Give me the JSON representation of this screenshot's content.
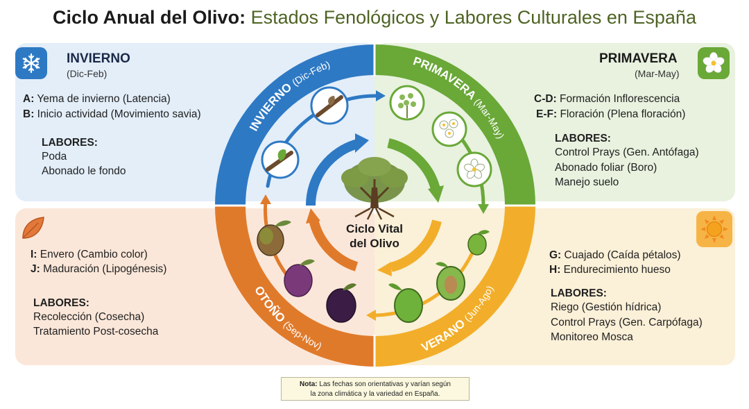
{
  "title": {
    "part1": "Ciclo Anual del Olivo:",
    "part2": "Estados Fenológicos y Labores Culturales en España"
  },
  "center": {
    "line1": "Ciclo Vital",
    "line2": "del Olivo"
  },
  "seasons": {
    "winter": {
      "name": "INVIERNO",
      "range": "(Dic-Feb)",
      "ring_label": "INVIERNO",
      "ring_range": "(Dic-Feb)",
      "color": "#2e79c4",
      "icon": "snowflake-icon",
      "stages": [
        {
          "code": "A:",
          "text": "Yema de invierno (Latencia)"
        },
        {
          "code": "B:",
          "text": "Inicio actividad (Movimiento  savia)"
        }
      ],
      "labores_title": "LABORES:",
      "labores": [
        "Poda",
        "Abonado le fondo"
      ]
    },
    "spring": {
      "name": "PRIMAVERA",
      "range": "(Mar-May)",
      "ring_label": "PRIMAVERA",
      "ring_range": "(Mar-May)",
      "color": "#6aa838",
      "icon": "flower-icon",
      "stages": [
        {
          "code": "C-D:",
          "text": "Formación Inflorescencia"
        },
        {
          "code": "E-F:",
          "text": "Floración (Plena floración)"
        }
      ],
      "labores_title": "LABORES:",
      "labores": [
        "Control Prays (Gen. Antófaga)",
        "Abonado foliar (Boro)",
        "Manejo suelo"
      ]
    },
    "summer": {
      "name": "VERANO",
      "ring_label": "VERANO",
      "ring_range": "(Jun-Ago)",
      "color": "#f2ae2a",
      "icon": "sun-icon",
      "stages": [
        {
          "code": "G:",
          "text": "Cuajado (Caída pétalos)"
        },
        {
          "code": "H:",
          "text": "Endurecimiento hueso"
        }
      ],
      "labores_title": "LABORES:",
      "labores": [
        "Riego (Gestión hídrica)",
        "Control Prays (Gen. Carpófaga)",
        "Monitoreo Mosca"
      ]
    },
    "autumn": {
      "name": "OTOÑO",
      "ring_label": "OTOÑO",
      "ring_range": "(Sep-Nov)",
      "color": "#e07a2b",
      "icon": "leaf-icon",
      "stages": [
        {
          "code": "I:",
          "text": "Envero (Cambio color)"
        },
        {
          "code": "J:",
          "text": "Maduración (Lipogénesis)"
        }
      ],
      "labores_title": "LABORES:",
      "labores": [
        "Recolección (Cosecha)",
        "Tratamiento Post-cosecha"
      ]
    }
  },
  "note": {
    "label": "Nota:",
    "line1": "Las fechas son orientativas y varían según",
    "line2": "la zona climática y la variedad en España."
  }
}
